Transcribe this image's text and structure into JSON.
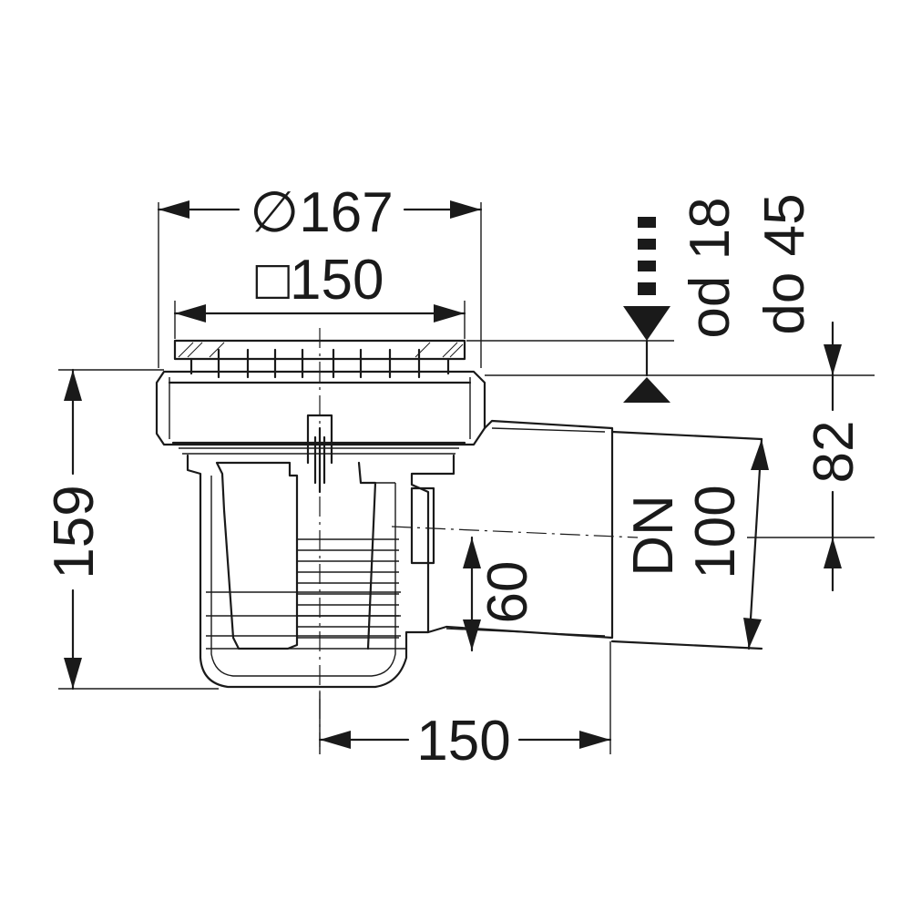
{
  "dimensions": {
    "diameter": "∅167",
    "square": "□150",
    "height_total": "159",
    "outlet_offset": "150",
    "water_seal": "60",
    "outlet_size_line1": "DN",
    "outlet_size_line2": "100",
    "outlet_height": "82",
    "adjust_min": "od 18",
    "adjust_max": "do 45"
  },
  "colors": {
    "ink": "#1a1a1a",
    "paper": "#ffffff"
  }
}
